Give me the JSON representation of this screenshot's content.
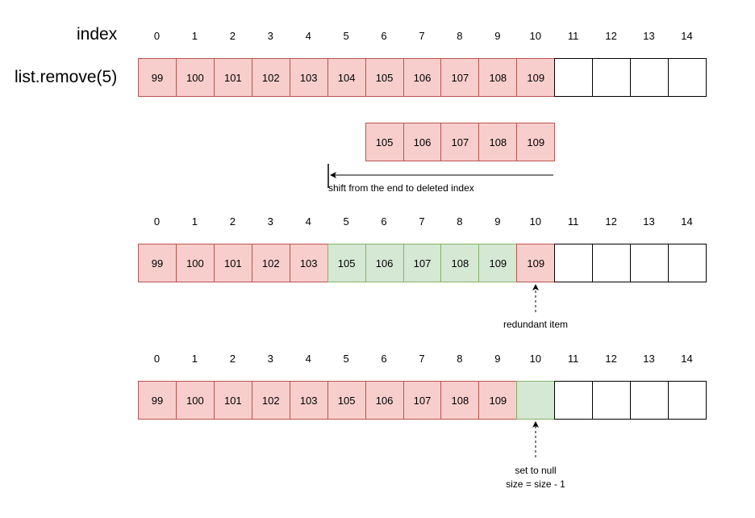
{
  "labels": {
    "index": "index",
    "operation": "list.remove(5)"
  },
  "indices": [
    "0",
    "1",
    "2",
    "3",
    "4",
    "5",
    "6",
    "7",
    "8",
    "9",
    "10",
    "11",
    "12",
    "13",
    "14"
  ],
  "colors": {
    "red_fill": "#f8cecc",
    "red_stroke": "#b85450",
    "green_fill": "#d5e8d4",
    "green_stroke": "#82b366"
  },
  "rows": [
    {
      "cells": [
        [
          "99",
          "red"
        ],
        [
          "100",
          "red"
        ],
        [
          "101",
          "red"
        ],
        [
          "102",
          "red"
        ],
        [
          "103",
          "red"
        ],
        [
          "104",
          "red"
        ],
        [
          "105",
          "red"
        ],
        [
          "106",
          "red"
        ],
        [
          "107",
          "red"
        ],
        [
          "108",
          "red"
        ],
        [
          "109",
          "red"
        ],
        [
          "",
          ""
        ],
        [
          "",
          ""
        ],
        [
          "",
          ""
        ],
        [
          "",
          ""
        ]
      ]
    },
    {
      "cells": [
        [
          "99",
          "red"
        ],
        [
          "100",
          "red"
        ],
        [
          "101",
          "red"
        ],
        [
          "102",
          "red"
        ],
        [
          "103",
          "red"
        ],
        [
          "105",
          "green"
        ],
        [
          "106",
          "green"
        ],
        [
          "107",
          "green"
        ],
        [
          "108",
          "green"
        ],
        [
          "109",
          "green"
        ],
        [
          "109",
          "red"
        ],
        [
          "",
          ""
        ],
        [
          "",
          ""
        ],
        [
          "",
          ""
        ],
        [
          "",
          ""
        ]
      ]
    },
    {
      "cells": [
        [
          "99",
          "red"
        ],
        [
          "100",
          "red"
        ],
        [
          "101",
          "red"
        ],
        [
          "102",
          "red"
        ],
        [
          "103",
          "red"
        ],
        [
          "105",
          "red"
        ],
        [
          "106",
          "red"
        ],
        [
          "107",
          "red"
        ],
        [
          "108",
          "red"
        ],
        [
          "109",
          "red"
        ],
        [
          "",
          "green"
        ],
        [
          "",
          ""
        ],
        [
          "",
          ""
        ],
        [
          "",
          ""
        ],
        [
          "",
          ""
        ]
      ]
    }
  ],
  "shifted_block": [
    "105",
    "106",
    "107",
    "108",
    "109"
  ],
  "notes": {
    "shift": "shift from the end to deleted index",
    "redundant": "redundant item",
    "set_null": "set to null",
    "size": "size = size - 1"
  }
}
